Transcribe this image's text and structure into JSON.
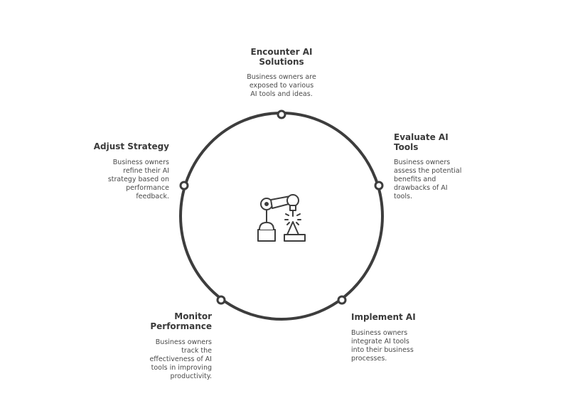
{
  "steps": [
    {
      "id": "encounter",
      "title_line1": "Encounter AI",
      "title_line2": "Solutions",
      "desc": [
        "Business owners are",
        "exposed to various",
        "AI tools and ideas."
      ]
    },
    {
      "id": "evaluate",
      "title_line1": "Evaluate AI",
      "title_line2": "Tools",
      "desc": [
        "Business owners",
        "assess the potential",
        "benefits and",
        "drawbacks of AI",
        "tools."
      ]
    },
    {
      "id": "implement",
      "title_line1": "Implement AI",
      "title_line2": "",
      "desc": [
        "Business owners",
        "integrate AI tools",
        "into their business",
        "processes."
      ]
    },
    {
      "id": "monitor",
      "title_line1": "Monitor",
      "title_line2": "Performance",
      "desc": [
        "Business owners",
        "track the",
        "effectiveness of AI",
        "tools in improving",
        "productivity."
      ]
    },
    {
      "id": "adjust",
      "title_line1": "Adjust Strategy",
      "title_line2": "",
      "desc": [
        "Business owners",
        "refine their AI",
        "strategy based on",
        "performance",
        "feedback."
      ]
    }
  ],
  "center_icon": "robotic-arm-icon",
  "colors": {
    "stroke": "#3d3d3d",
    "text": "#3a3a3a"
  }
}
